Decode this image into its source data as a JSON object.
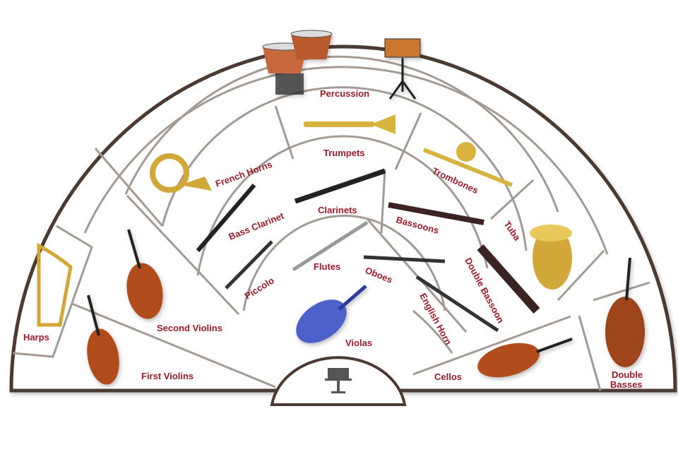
{
  "colors": {
    "label": "#9b1b2a",
    "outline": "#4a3a33",
    "divider": "#a39a94",
    "stand": "#555555"
  },
  "sections": {
    "percussion": "Percussion",
    "trumpets": "Trumpets",
    "french_horns": "French Horns",
    "trombones": "Trombones",
    "tuba": "Tuba",
    "clarinets": "Clarinets",
    "bass_clarinet": "Bass Clarinet",
    "bassoons": "Bassoons",
    "double_bassoon": "Double Bassoon",
    "flutes": "Flutes",
    "piccolo": "Piccolo",
    "oboes": "Oboes",
    "english_horn": "English Horn",
    "violas": "Violas",
    "harps": "Harps",
    "first_violins": "First Violins",
    "second_violins": "Second Violins",
    "cellos": "Cellos",
    "double_basses_1": "Double",
    "double_basses_2": "Basses"
  },
  "podium_icon": "conductor-music-stand-icon"
}
